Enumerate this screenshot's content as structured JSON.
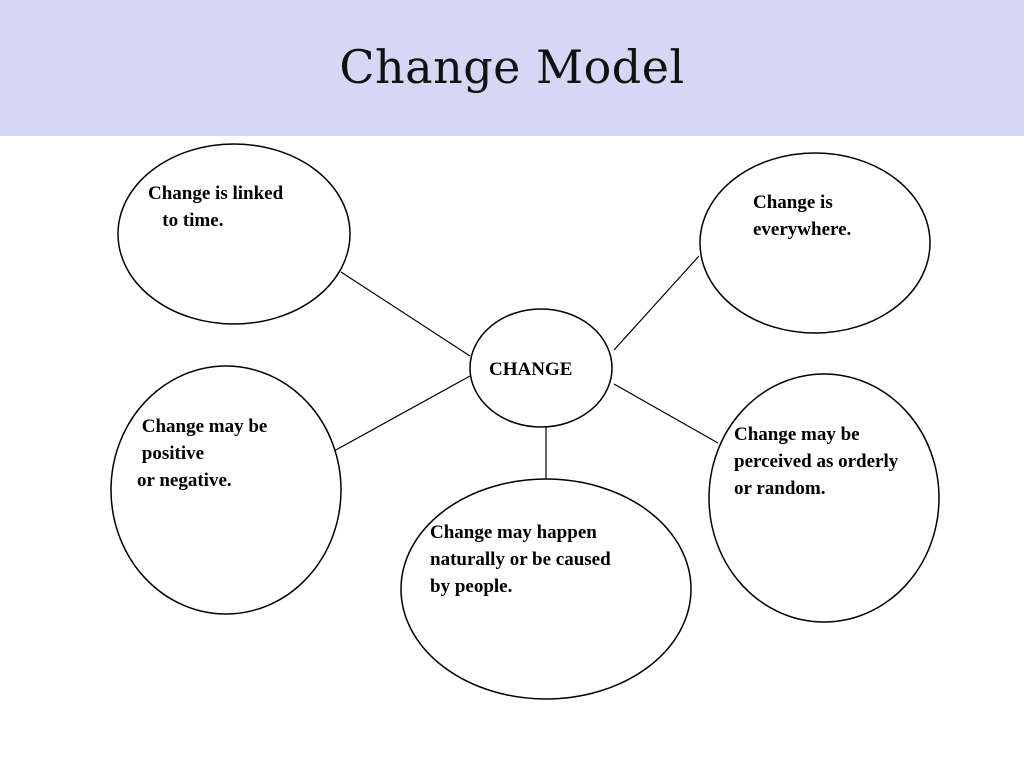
{
  "slide": {
    "title": "Change Model"
  },
  "diagram": {
    "center": "CHANGE",
    "nodes": {
      "time": "Change is linked\n   to time.",
      "everywhere": "Change is\neverywhere.",
      "positive_negative": " Change may be\n positive\nor negative.",
      "orderly_random": "Change may be\nperceived as orderly\nor random.",
      "natural_people": "Change may happen\nnaturally or be caused\nby people."
    }
  }
}
